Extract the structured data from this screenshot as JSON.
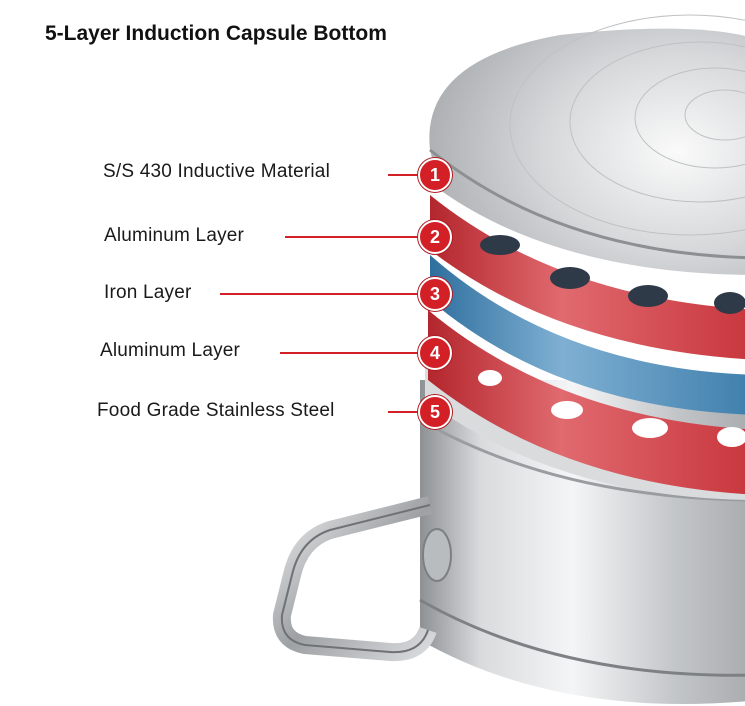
{
  "title": "5-Layer Induction Capsule Bottom",
  "layers": [
    {
      "number": "1",
      "label": "S/S 430 Inductive Material"
    },
    {
      "number": "2",
      "label": "Aluminum Layer"
    },
    {
      "number": "3",
      "label": "Iron Layer"
    },
    {
      "number": "4",
      "label": "Aluminum Layer"
    },
    {
      "number": "5",
      "label": "Food Grade Stainless Steel"
    }
  ],
  "colors": {
    "badge": "#d32027",
    "leader_line": "#d32027",
    "aluminum_layer": "#c9383f",
    "iron_layer": "#3f7fae",
    "steel": "#c8cacc"
  }
}
